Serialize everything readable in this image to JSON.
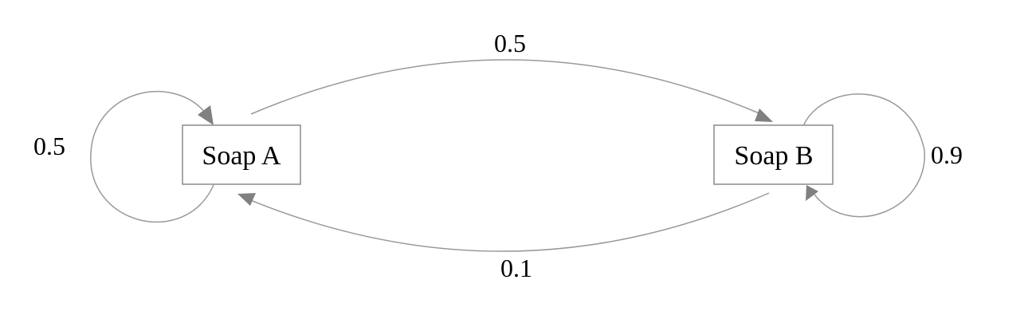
{
  "nodes": {
    "soap_a": {
      "label": "Soap A"
    },
    "soap_b": {
      "label": "Soap B"
    }
  },
  "edges": {
    "a_to_a": {
      "label": "0.5"
    },
    "a_to_b": {
      "label": "0.5"
    },
    "b_to_b": {
      "label": "0.9"
    },
    "b_to_a": {
      "label": "0.1"
    }
  },
  "colors": {
    "edge_stroke": "#999999",
    "arrowhead": "#808080",
    "node_border": "#8a8a8a"
  }
}
